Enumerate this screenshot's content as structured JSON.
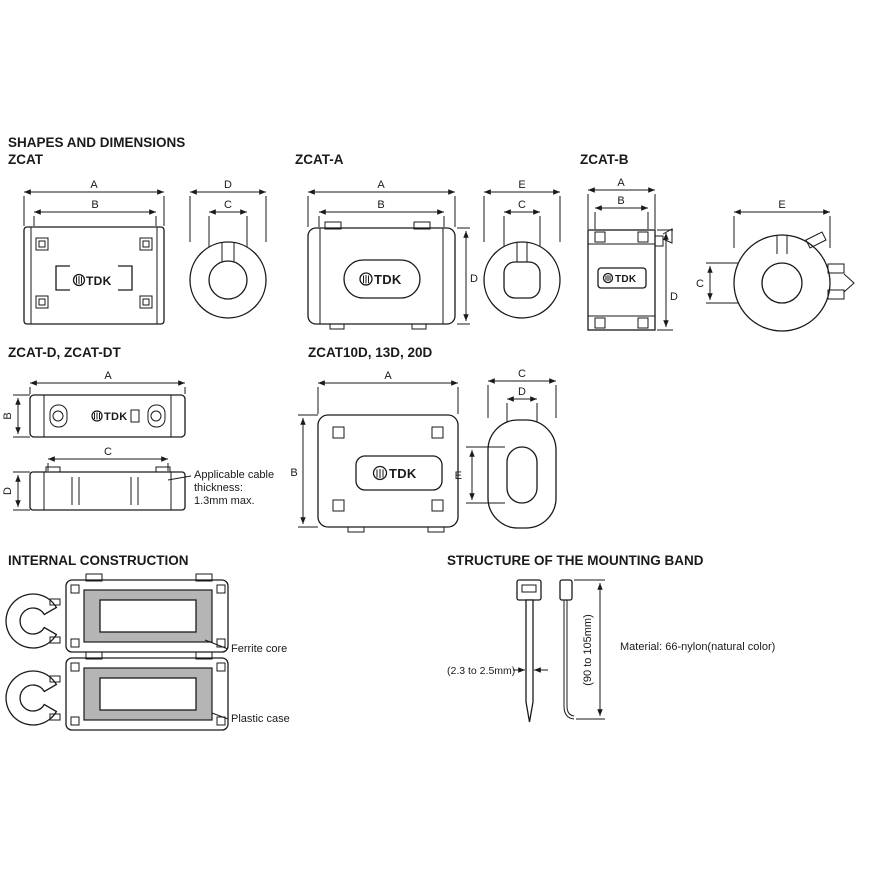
{
  "headings": {
    "shapes": "SHAPES AND DIMENSIONS",
    "internal": "INTERNAL CONSTRUCTION",
    "band": "STRUCTURE OF THE MOUNTING BAND"
  },
  "models": {
    "zcat": "ZCAT",
    "zcat_a": "ZCAT-A",
    "zcat_b": "ZCAT-B",
    "zcat_d": "ZCAT-D,  ZCAT-DT",
    "zcat_10d": "ZCAT10D, 13D, 20D"
  },
  "dims": {
    "a": "A",
    "b": "B",
    "c": "C",
    "d": "D",
    "e": "E"
  },
  "brand": {
    "logo": "TDK"
  },
  "notes": {
    "cable_1": "Applicable cable",
    "cable_2": "thickness:",
    "cable_3": "1.3mm max.",
    "ferrite": "Ferrite core",
    "plastic": "Plastic case",
    "band_width": "(2.3 to 2.5mm)",
    "band_length": "(90 to 105mm)",
    "band_material": "Material: 66-nylon(natural color)"
  },
  "colors": {
    "ink": "#1a1a1a",
    "ferrite_gray": "#b5b5b5",
    "background": "#ffffff"
  }
}
